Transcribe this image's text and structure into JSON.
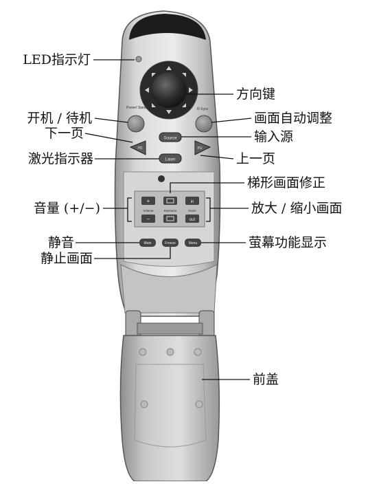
{
  "labels_left": {
    "led": "LED指示灯",
    "power": "开机 / 待机",
    "pgdn": "下一页",
    "laser": "激光指示器",
    "volume": "音量 (+/−)",
    "mute": "静音",
    "freeze": "静止画面"
  },
  "labels_right": {
    "direction": "方向键",
    "resync": "画面自动调整",
    "source": "输入源",
    "pgup": "上一页",
    "keystone": "梯形画面修正",
    "zoom": "放大 / 缩小画面",
    "menu": "萤幕功能显示",
    "cover": "前盖"
  },
  "buttons": {
    "power": "Power/ Standby",
    "resync": "R-Sync",
    "source": "Source",
    "laser": "Laser",
    "pgdn": "PD",
    "pgup": "PU",
    "vol_up": "+",
    "vol_down": "−",
    "volume": "Volume",
    "keystone": "Keystone",
    "zoom": "Zoom",
    "zoom_in": "in",
    "zoom_out": "out",
    "mute": "Mute",
    "freeze": "Freeze",
    "menu": "Menu"
  },
  "colors": {
    "body": "#c8c8c8",
    "dark": "#2a2a2a",
    "button": "#8a8a8a"
  }
}
